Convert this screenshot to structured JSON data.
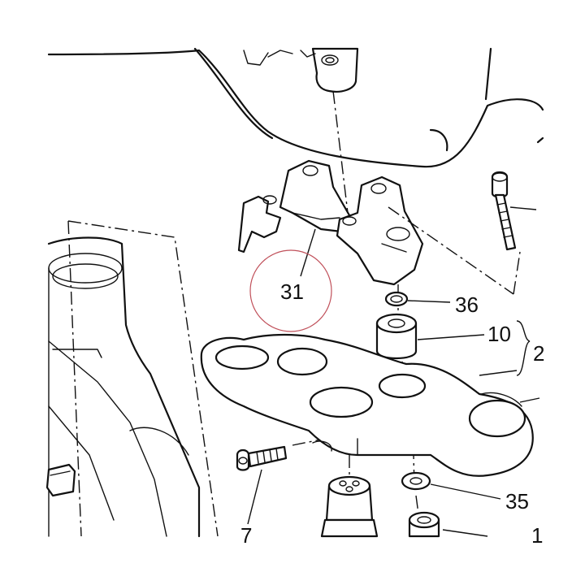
{
  "callouts": {
    "c31": "31",
    "c36": "36",
    "c10": "10",
    "c2": "2",
    "c35": "35",
    "c7": "7",
    "c1": "1"
  },
  "highlight_color": "#c0505a"
}
